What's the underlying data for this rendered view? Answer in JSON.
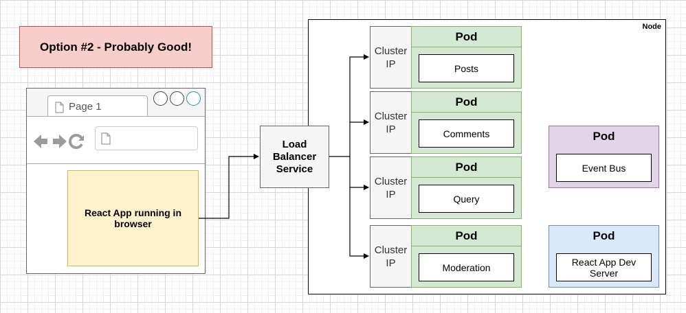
{
  "title": "Option #2 - Probably Good!",
  "browser": {
    "tab_label": "Page 1",
    "icons": [
      "page-icon",
      "back-arrow-icon",
      "forward-arrow-icon",
      "reload-icon",
      "url-page-icon"
    ]
  },
  "react_app": {
    "label": "React App running in browser"
  },
  "load_balancer": {
    "label": "Load Balancer Service"
  },
  "node": {
    "label": "Node"
  },
  "services": [
    {
      "cluster_label": "Cluster IP",
      "pod_title": "Pod",
      "pod_content": "Posts"
    },
    {
      "cluster_label": "Cluster IP",
      "pod_title": "Pod",
      "pod_content": "Comments"
    },
    {
      "cluster_label": "Cluster IP",
      "pod_title": "Pod",
      "pod_content": "Query"
    },
    {
      "cluster_label": "Cluster IP",
      "pod_title": "Pod",
      "pod_content": "Moderation"
    }
  ],
  "standalone_pods": {
    "event_bus": {
      "title": "Pod",
      "content": "Event Bus"
    },
    "dev_server": {
      "title": "Pod",
      "content": "React App Dev Server"
    }
  },
  "colors": {
    "title_fill": "#f8cecc",
    "title_stroke": "#b85450",
    "react_fill": "#fff2cc",
    "react_stroke": "#d6b656",
    "pod_green_fill": "#d5e8d4",
    "pod_green_stroke": "#82b366",
    "pod_purple_fill": "#e1d5e7",
    "pod_purple_stroke": "#9673a6",
    "pod_blue_fill": "#dae8fc",
    "pod_blue_stroke": "#6c8ebf",
    "grey_fill": "#f5f5f5",
    "grey_stroke": "#666666"
  }
}
